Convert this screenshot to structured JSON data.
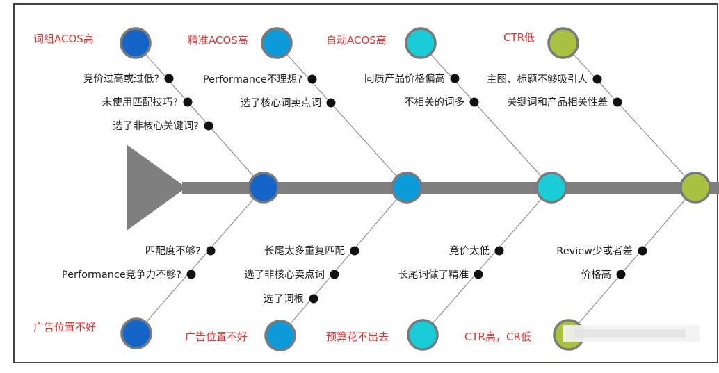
{
  "colors": {
    "spine": "#7f7f7f",
    "title": "#e03434",
    "branch": "#8f8f8f",
    "dark_blue": "#1565c8",
    "mid_blue": "#0d9ad8",
    "cyan": "#19ccd8",
    "green": "#a9c140"
  },
  "spine_nodes": [
    {
      "color": "dark_blue"
    },
    {
      "color": "mid_blue"
    },
    {
      "color": "cyan"
    },
    {
      "color": "green"
    }
  ],
  "top": [
    {
      "title": "词组ACOS高",
      "color": "dark_blue",
      "causes": [
        "竞价过高或过低?",
        "未使用匹配技巧?",
        "选了非核心关键词?"
      ]
    },
    {
      "title": "精准ACOS高",
      "color": "mid_blue",
      "causes": [
        "Performance不理想?",
        "选了核心词卖点词"
      ]
    },
    {
      "title": "自动ACOS高",
      "color": "cyan",
      "causes": [
        "同质产品价格偏高",
        "不相关的词多"
      ]
    },
    {
      "title": "CTR低",
      "color": "green",
      "causes": [
        "主图、标题不够吸引人",
        "关键词和产品相关性差"
      ]
    }
  ],
  "bottom": [
    {
      "title": "广告位置不好",
      "color": "dark_blue",
      "causes": [
        "匹配度不够?",
        "Performance竞争力不够?"
      ]
    },
    {
      "title": "广告位置不好",
      "color": "mid_blue",
      "causes": [
        "长尾太多重复匹配",
        "选了非核心卖点词",
        "选了词根"
      ]
    },
    {
      "title": "预算花不出去",
      "color": "cyan",
      "causes": [
        "竞价太低",
        "长尾词做了精准"
      ]
    },
    {
      "title": "CTR高，CR低",
      "color": "green",
      "causes": [
        "Review少或者差",
        "价格高"
      ]
    }
  ]
}
